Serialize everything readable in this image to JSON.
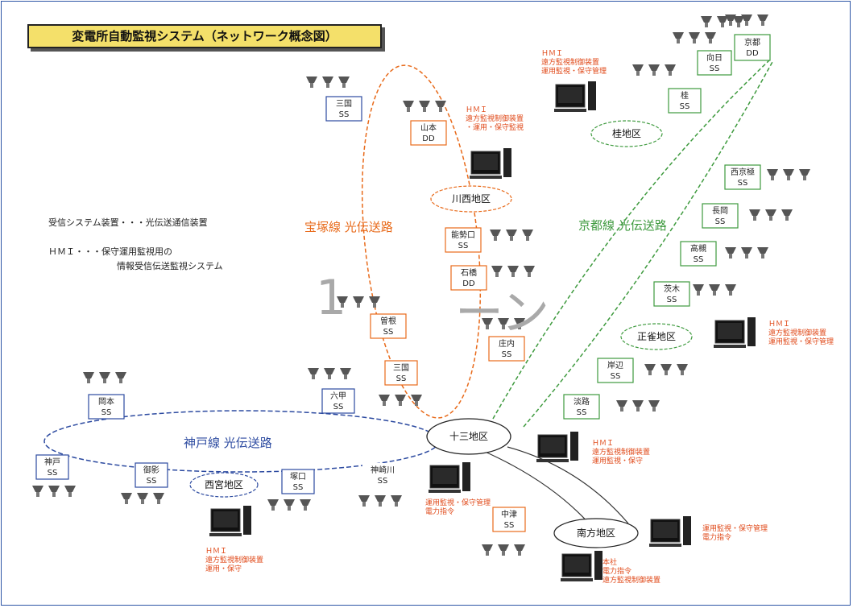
{
  "title": "変電所自動監視システム（ネットワーク概念図）",
  "legend": {
    "line1": "受信システム装置・・・光伝送通信装置",
    "line2a": "ＨＭＩ・・・保守運用監視用の",
    "line2b": "情報受信伝送監視システム"
  },
  "watermark": {
    "left": "1",
    "right": "ーン"
  },
  "lines": {
    "orange": "宝塚線 光伝送路",
    "green": "京都線 光伝送路",
    "blue": "神戸線 光伝送路"
  },
  "center": "十三地区",
  "areas": {
    "kawanishi": "川西地区",
    "katsura": "桂地区",
    "shojaku": "正雀地区",
    "nishinomiya": "西宮地区",
    "minamikata": "南方地区"
  },
  "stations": {
    "hibarigaoka": [
      "三国",
      "SS"
    ],
    "yamamoto": [
      "山本",
      "DD"
    ],
    "kawanishi_noseguchi": [
      "能勢口",
      "SS"
    ],
    "ishibashi": [
      "石橋",
      "DD"
    ],
    "sone": [
      "曽根",
      "SS"
    ],
    "mikuni": [
      "三国",
      "SS"
    ],
    "shonai": [
      "庄内",
      "SS"
    ],
    "katsura": [
      "桂",
      "SS"
    ],
    "nishimuko": [
      "向日",
      "SS"
    ],
    "kyoto": [
      "京都",
      "DD"
    ],
    "nishikyogoku": [
      "西京極",
      "SS"
    ],
    "nagaokatenjin": [
      "長岡",
      "SS"
    ],
    "takatsuki": [
      "高槻",
      "SS"
    ],
    "ibaraki": [
      "茨木",
      "SS"
    ],
    "kishibe": [
      "岸辺",
      "SS"
    ],
    "awaji": [
      "淡路",
      "SS"
    ],
    "okamoto": [
      "岡本",
      "SS"
    ],
    "rokko": [
      "六甲",
      "SS"
    ],
    "tsukaguchi": [
      "塚口",
      "SS"
    ],
    "kobe": [
      "神戸",
      "SS"
    ],
    "mikage": [
      "御影",
      "SS"
    ],
    "kanzaki": [
      "神崎川",
      "SS"
    ],
    "nakatsu": [
      "中津",
      "SS"
    ]
  },
  "notes": {
    "katsura": "ＨＭＩ\n遠方監視制御装置\n運用監視・保守管理",
    "kawanishi": "ＨＭＩ\n遠方監視制御装置\n・運用・保守監視",
    "shojaku": "ＨＭＩ\n遠方監視制御装置\n運用監視・保守管理",
    "juso": "ＨＭＩ\n遠方監視制御装置\n運用監視・保守",
    "nishinomiya": "ＨＭＩ\n遠方監視制御装置\n運用・保守",
    "center": "運用監視・保守管理\n電力指令",
    "minamikata1": "運用監視・保守管理\n電力指令",
    "minamikata2": "本社\n電力指令\n遠方監視制御装置"
  }
}
